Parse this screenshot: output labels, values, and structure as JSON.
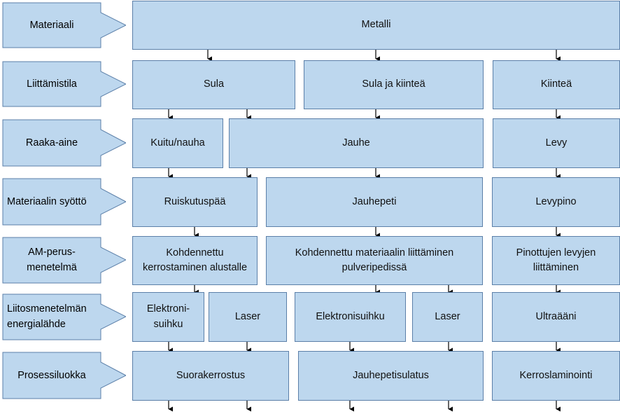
{
  "rows": [
    {
      "label": "Materiaali"
    },
    {
      "label": "Liittämistila"
    },
    {
      "label": "Raaka-aine"
    },
    {
      "label": "Materiaalin syöttö"
    },
    {
      "label": "AM-perus-\nmenetelmä"
    },
    {
      "label": "Liitosmenetelmän\nenergialähde"
    },
    {
      "label": "Prosessiluokka"
    }
  ],
  "boxes": {
    "metalli": "Metalli",
    "sula": "Sula",
    "sula_kiintea": "Sula ja kiinteä",
    "kiintea": "Kiinteä",
    "kuitu": "Kuitu/nauha",
    "jauhe": "Jauhe",
    "levy": "Levy",
    "ruiskutuspaa": "Ruiskutuspää",
    "jauhepeti": "Jauhepeti",
    "levypino": "Levypino",
    "kohdennettu_l1": "Kohdennettu",
    "kohdennettu_l2": "kerrostaminen alustalle",
    "pulveri_l1": "Kohdennettu materiaalin liittäminen",
    "pulveri_l2": "pulveripedissä",
    "pinottujen_l1": "Pinottujen levyjen",
    "pinottujen_l2": "liittäminen",
    "elektroni_l1": "Elektroni-",
    "elektroni_l2": "suihku",
    "laser1": "Laser",
    "elektronisuihku": "Elektronisuihku",
    "laser2": "Laser",
    "ultraaani": "Ultraääni",
    "suorakerrostus": "Suorakerrostus",
    "jauhepetisulatus": "Jauhepetisulatus",
    "kerroslaminointi": "Kerroslaminointi"
  },
  "colors": {
    "box_fill": "#bdd7ee",
    "box_border": "#5b7fa8",
    "connector": "#000000"
  }
}
